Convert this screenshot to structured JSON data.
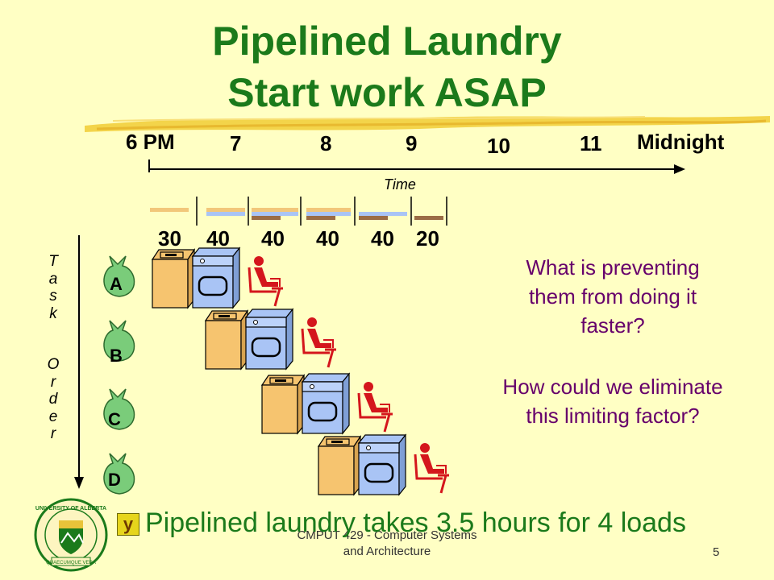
{
  "slide": {
    "title_line1": "Pipelined Laundry",
    "title_line2": "Start work ASAP",
    "timeline": {
      "labels": [
        "6 PM",
        "7",
        "8",
        "9",
        "10",
        "11",
        "Midnight"
      ],
      "axis_label": "Time"
    },
    "durations": [
      "30",
      "40",
      "40",
      "40",
      "40",
      "20"
    ],
    "task_order_label": [
      "T",
      "a",
      "s",
      "k",
      "",
      "O",
      "r",
      "d",
      "e",
      "r"
    ],
    "tasks": [
      "A",
      "B",
      "C",
      "D"
    ],
    "question1": [
      "What is preventing",
      "them from doing it",
      "faster?"
    ],
    "question2": [
      "How could we eliminate",
      "this limiting factor?"
    ],
    "bullet_text": "Pipelined laundry takes 3.5 hours for 4 loads",
    "footer_text_line1": "CMPUT 429 - Computer Systems",
    "footer_text_line2": "and Architecture",
    "page_number": "5",
    "logo_text": "UNIVERSITY OF ALBERTA",
    "logo_motto": "QUAECUMQUE VERA"
  },
  "colors": {
    "title": "#1b7a1b",
    "question_text": "#66006b",
    "washer": "#f6c46f",
    "dryer": "#a9c4f5",
    "folder": "#d4161c",
    "background": "#ffffc4"
  }
}
